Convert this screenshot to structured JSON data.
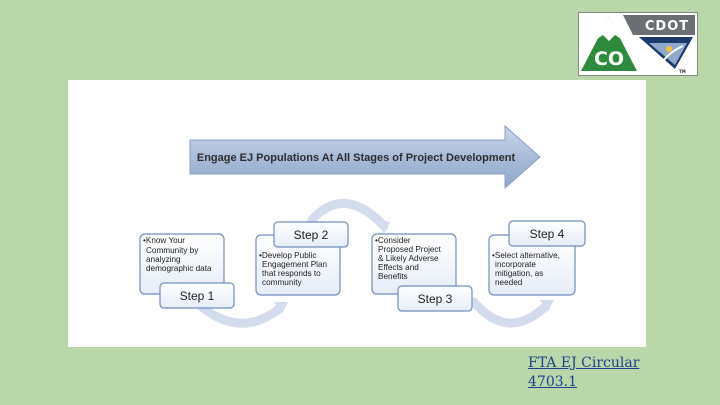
{
  "logo": {
    "agency": "CDOT",
    "state": "CO",
    "trademark": "TM",
    "colors": {
      "green": "#2e8b3d",
      "navy": "#1c3a6b",
      "gray": "#6b6f73"
    }
  },
  "diagram": {
    "banner": "Engage EJ Populations At All Stages of Project Development",
    "steps": [
      {
        "title": "Step 1",
        "lines": [
          "•Know Your",
          "Community by",
          "analyzing",
          "demographic data"
        ]
      },
      {
        "title": "Step 2",
        "lines": [
          "•Develop Public",
          "Engagement Plan",
          "that responds to",
          "community"
        ]
      },
      {
        "title": "Step 3",
        "lines": [
          "•Consider",
          "Proposed Project",
          "& Likely Adverse",
          "Effects and",
          "Benefits"
        ]
      },
      {
        "title": "Step 4",
        "lines": [
          "•Select alternative,",
          "incorporate",
          "mitigation, as",
          "needed"
        ]
      }
    ],
    "colors": {
      "arrow_fill": "#9fb3d0",
      "box_stroke": "#6f8fbd",
      "curve": "#c8d4e6"
    }
  },
  "footer": {
    "link_line1": "FTA EJ Circular",
    "link_line2": "4703.1"
  }
}
